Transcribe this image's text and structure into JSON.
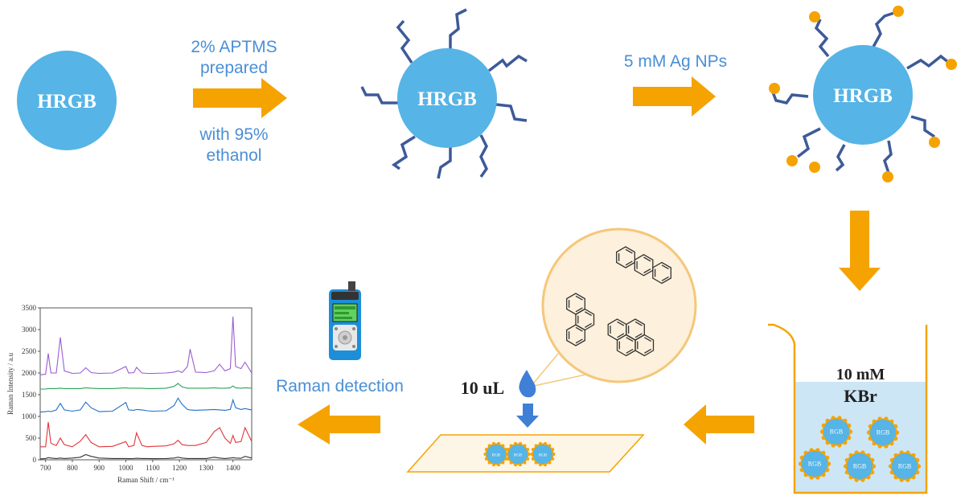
{
  "step1": {
    "label_top": "2% APTMS\nprepared",
    "label_bottom": "with 95%\nethanol",
    "bead_label": "HRGB"
  },
  "step2": {
    "label": "5 mM Ag NPs",
    "bead_label": "HRGB"
  },
  "step3": {
    "bead_label": "HRGB"
  },
  "beaker": {
    "label_line1": "10 mM",
    "label_line2": "KBr",
    "bead_label": "RGB"
  },
  "droplet": {
    "label": "10 uL"
  },
  "plate": {
    "bead_label": "RGB"
  },
  "detection": {
    "label": "Raman detection"
  },
  "colors": {
    "bead": "#56b4e6",
    "arrow": "#f5a300",
    "chain": "#3d5a99",
    "particle": "#f5a300",
    "text_blue": "#4a8fd6"
  },
  "chart_data": {
    "type": "line",
    "xlabel": "Raman Shift / cm⁻¹",
    "ylabel": "Raman Intensity / a.u",
    "xlim": [
      680,
      1470
    ],
    "ylim": [
      0,
      3500
    ],
    "x_ticks": [
      700,
      800,
      900,
      1000,
      1100,
      1200,
      1300,
      1400
    ],
    "y_ticks": [
      0,
      500,
      1000,
      1500,
      2000,
      2500,
      3000,
      3500
    ],
    "x": [
      680,
      700,
      710,
      720,
      740,
      755,
      770,
      800,
      830,
      850,
      870,
      900,
      950,
      1000,
      1010,
      1030,
      1040,
      1060,
      1080,
      1100,
      1150,
      1180,
      1195,
      1210,
      1230,
      1240,
      1260,
      1300,
      1330,
      1350,
      1370,
      1390,
      1400,
      1410,
      1430,
      1445,
      1470
    ],
    "series": [
      {
        "color": "#333333",
        "values": [
          20,
          30,
          50,
          40,
          30,
          40,
          30,
          40,
          60,
          120,
          80,
          40,
          30,
          30,
          25,
          30,
          35,
          30,
          30,
          25,
          30,
          40,
          60,
          40,
          30,
          30,
          30,
          30,
          60,
          40,
          30,
          40,
          50,
          40,
          35,
          80,
          40
        ]
      },
      {
        "color": "#e0363b",
        "values": [
          300,
          300,
          870,
          380,
          330,
          500,
          350,
          300,
          430,
          580,
          400,
          300,
          310,
          420,
          300,
          330,
          620,
          330,
          300,
          310,
          320,
          370,
          450,
          350,
          330,
          330,
          330,
          400,
          650,
          740,
          500,
          380,
          560,
          400,
          420,
          740,
          420
        ]
      },
      {
        "color": "#1f6fc7",
        "values": [
          1100,
          1110,
          1120,
          1110,
          1150,
          1300,
          1150,
          1120,
          1150,
          1330,
          1200,
          1110,
          1120,
          1320,
          1150,
          1140,
          1160,
          1150,
          1130,
          1120,
          1130,
          1250,
          1420,
          1280,
          1160,
          1150,
          1140,
          1150,
          1160,
          1150,
          1140,
          1160,
          1380,
          1200,
          1160,
          1180,
          1150
        ]
      },
      {
        "color": "#2aa35a",
        "values": [
          1630,
          1630,
          1640,
          1640,
          1640,
          1650,
          1640,
          1640,
          1640,
          1660,
          1650,
          1640,
          1640,
          1660,
          1650,
          1650,
          1650,
          1650,
          1640,
          1640,
          1650,
          1690,
          1760,
          1680,
          1650,
          1650,
          1650,
          1650,
          1660,
          1650,
          1650,
          1660,
          1700,
          1660,
          1650,
          1660,
          1650
        ]
      },
      {
        "color": "#9b5bd1",
        "values": [
          1960,
          1970,
          2450,
          2000,
          2000,
          2820,
          2050,
          1990,
          2000,
          2120,
          2010,
          1990,
          2000,
          2150,
          2000,
          2010,
          2130,
          2000,
          1990,
          1990,
          2000,
          2020,
          2050,
          2010,
          2150,
          2550,
          2020,
          2010,
          2050,
          2200,
          2050,
          2100,
          3300,
          2150,
          2100,
          2250,
          2000
        ]
      }
    ]
  }
}
